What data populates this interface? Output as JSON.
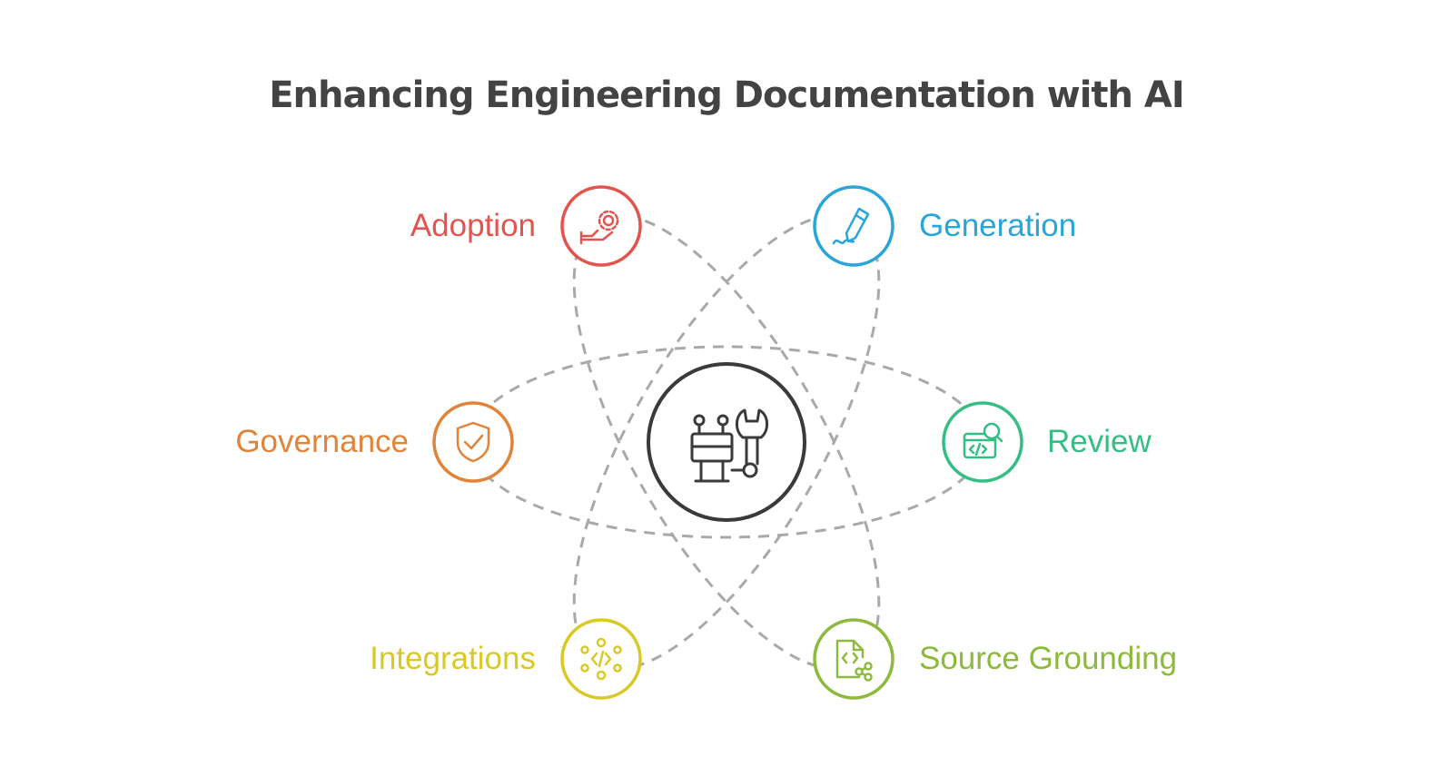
{
  "title": "Enhancing Engineering Documentation with AI",
  "center": {
    "icon": "robot-wrench-icon"
  },
  "nodes": [
    {
      "id": "adoption",
      "label": "Adoption",
      "color": "#e2554f",
      "icon": "hand-gear-icon"
    },
    {
      "id": "generation",
      "label": "Generation",
      "color": "#2ba5d8",
      "icon": "pen-signature-icon"
    },
    {
      "id": "governance",
      "label": "Governance",
      "color": "#e0843a",
      "icon": "shield-check-icon"
    },
    {
      "id": "review",
      "label": "Review",
      "color": "#34be84",
      "icon": "code-window-search-icon"
    },
    {
      "id": "integrations",
      "label": "Integrations",
      "color": "#d9c927",
      "icon": "code-gears-icon"
    },
    {
      "id": "source_grounding",
      "label": "Source Grounding",
      "color": "#8dba3c",
      "icon": "file-code-share-icon"
    }
  ],
  "colors": {
    "title": "#434343",
    "center_stroke": "#3a3a3a",
    "orbit_dash": "#a9a9a9"
  }
}
